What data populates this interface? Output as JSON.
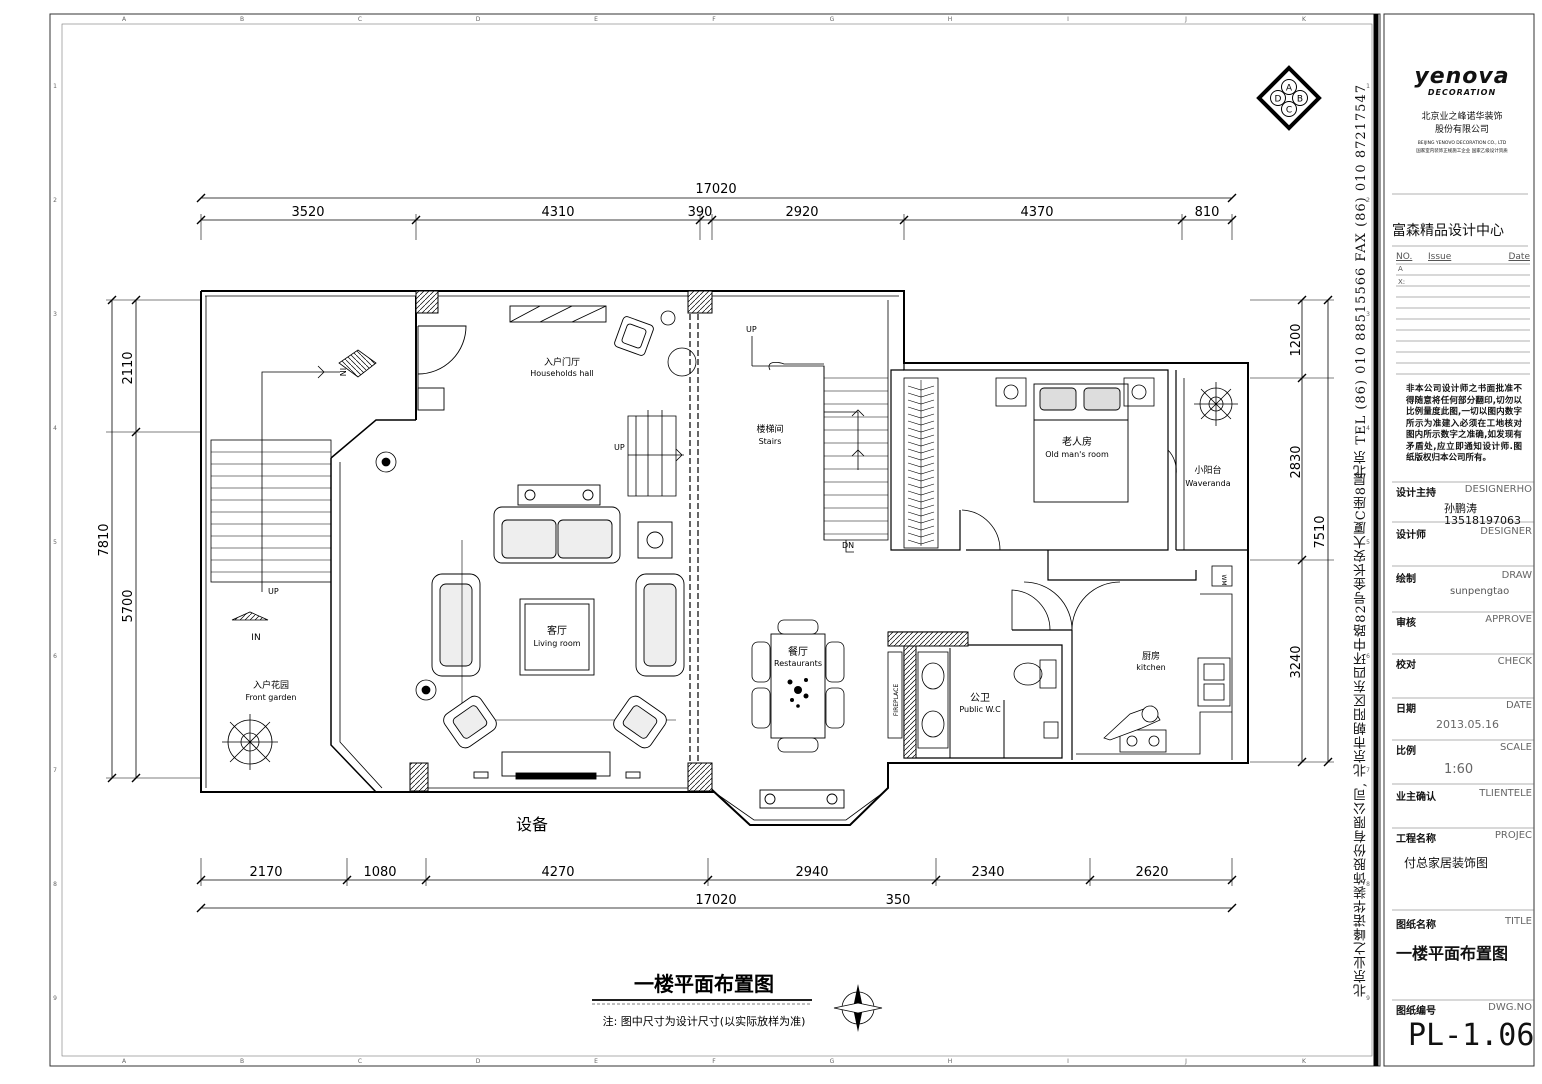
{
  "drawing": {
    "title": "一楼平面布置图",
    "note": "注: 图中尺寸为设计尺寸(以实际放样为准)",
    "equipment_label": "设备",
    "compass_letters": [
      "A",
      "B",
      "C",
      "D"
    ],
    "grid_columns": [
      "A",
      "B",
      "C",
      "D",
      "E",
      "F",
      "G",
      "H",
      "I",
      "J",
      "K"
    ],
    "grid_rows": [
      "1",
      "2",
      "3",
      "4",
      "5",
      "6",
      "7",
      "8",
      "9"
    ],
    "dims_top": {
      "total": "17020",
      "segments": [
        "3520",
        "4310",
        "390",
        "2920",
        "4370",
        "810"
      ]
    },
    "dims_bottom": {
      "total": "17020",
      "extra": "350",
      "segments": [
        "2170",
        "1080",
        "4270",
        "2940",
        "2340",
        "2620"
      ]
    },
    "dims_left": {
      "total": "7810",
      "segments": [
        "2110",
        "5700"
      ]
    },
    "dims_right": {
      "total": "7510",
      "segments": [
        "1200",
        "2830",
        "3240"
      ]
    },
    "rooms": [
      {
        "id": "hall",
        "cn": "入户门厅",
        "en": "Households hall"
      },
      {
        "id": "stairs",
        "cn": "楼梯间",
        "en": "Stairs"
      },
      {
        "id": "oldman",
        "cn": "老人房",
        "en": "Old man's room"
      },
      {
        "id": "veranda",
        "cn": "小阳台",
        "en": "Waveranda"
      },
      {
        "id": "living",
        "cn": "客厅",
        "en": "Living room"
      },
      {
        "id": "dining",
        "cn": "餐厅",
        "en": "Restaurants"
      },
      {
        "id": "wc",
        "cn": "公卫",
        "en": "Public W.C"
      },
      {
        "id": "kitchen",
        "cn": "厨房",
        "en": "kitchen"
      },
      {
        "id": "garden",
        "cn": "入户花园",
        "en": "Front garden"
      }
    ],
    "annotations": {
      "up": "UP",
      "dn": "DN",
      "in": "IN",
      "fireplace": "FIREPLACE",
      "wm": "WM"
    }
  },
  "title_block": {
    "logo": "yenova",
    "logo_sub": "DECORATION",
    "company_cn": "北京业之峰诺华装饰",
    "company_cn2": "股份有限公司",
    "company_en": "BEIJING YENOVO DECORATION CO., LTD",
    "company_tag": "国家室内装饰正规施工企业 国家乙级设计资质",
    "design_center": "富森精品设计中心",
    "issue_header": [
      "NO.",
      "Issue",
      "Date"
    ],
    "issue_marks": [
      "A",
      "X:"
    ],
    "notice": "非本公司设计师之书面批准不得随意将任何部分翻印,切勿以比例量度此图,一切以图内数字所示为准建入必须在工地核对图内所示数字之准确,如发现有矛盾处,应立即通知设计师.图纸版权归本公司所有。",
    "rows": [
      {
        "cn": "设计主持",
        "en": "DESIGNERHO",
        "lines": [
          "孙鹏涛",
          "13518197063"
        ]
      },
      {
        "cn": "设计师",
        "en": "DESIGNER",
        "lines": []
      },
      {
        "cn": "绘制",
        "en": "DRAW",
        "lines": [
          "sunpengtao"
        ]
      },
      {
        "cn": "审核",
        "en": "APPROVE",
        "lines": []
      },
      {
        "cn": "校对",
        "en": "CHECK",
        "lines": []
      },
      {
        "cn": "日期",
        "en": "DATE",
        "lines": [
          "2013.05.16"
        ]
      },
      {
        "cn": "比例",
        "en": "SCALE",
        "lines": [
          "1:60"
        ]
      },
      {
        "cn": "业主确认",
        "en": "TLIENTELE",
        "lines": []
      },
      {
        "cn": "工程名称",
        "en": "PROJEC",
        "lines": [
          "付总家居装饰图"
        ]
      },
      {
        "cn": "图纸名称",
        "en": "TITLE",
        "lines": [
          "一楼平面布置图"
        ]
      },
      {
        "cn": "图纸编号",
        "en": "DWG.NO",
        "lines": [
          "PL-1.06"
        ]
      }
    ],
    "vertical_contact": "北京    TEL (86) 010 88515566    FAX (86) 010 87217547",
    "vertical_address": "北京业之峰诺华装饰股份有限公司, 北京市朝阳区东四环中路82号金长安大厦C座8层"
  }
}
